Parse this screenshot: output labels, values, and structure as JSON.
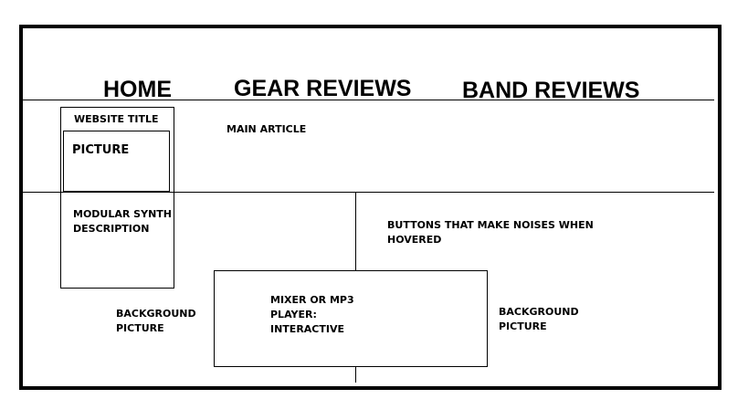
{
  "nav": {
    "home": "HOME",
    "gear_reviews": "GEAR REVIEWS",
    "band_reviews": "BAND REVIEWS"
  },
  "sidebar": {
    "website_title": "WEBSITE TITLE",
    "picture": "PICTURE",
    "description_line1": "MODULAR SYNTH",
    "description_line2": "DESCRIPTION"
  },
  "main": {
    "article": "MAIN ARTICLE"
  },
  "buttons_note": {
    "line1": "BUTTONS THAT MAKE NOISES WHEN",
    "line2": "HOVERED"
  },
  "player": {
    "line1": "MIXER OR MP3",
    "line2": "PLAYER:",
    "line3": "INTERACTIVE"
  },
  "background_left": {
    "line1": "BACKGROUND",
    "line2": "PICTURE"
  },
  "background_right": {
    "line1": "BACKGROUND",
    "line2": "PICTURE"
  },
  "colors": {
    "ink": "#000000",
    "paper": "#ffffff"
  }
}
